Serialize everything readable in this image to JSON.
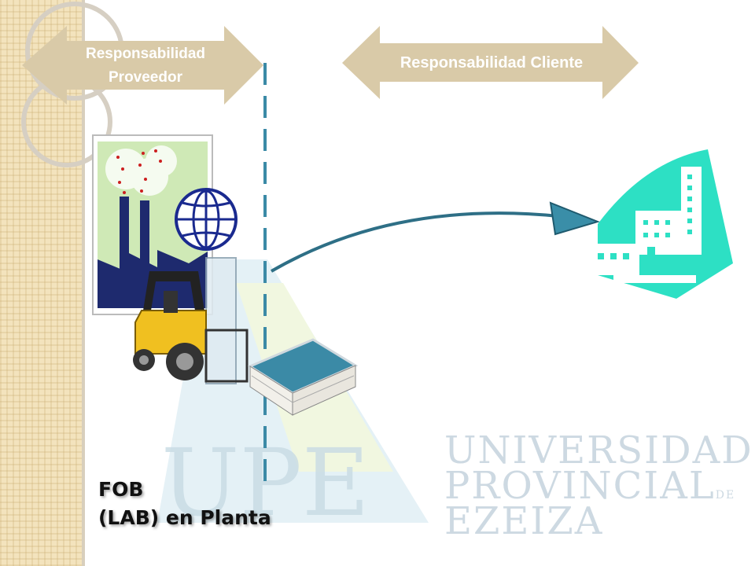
{
  "arrows": {
    "provider_label": "Responsabilidad Proveedor",
    "client_label": "Responsabilidad Cliente"
  },
  "term": {
    "line1": "FOB",
    "line2": "(LAB) en Planta"
  },
  "watermark": {
    "logo_text": "UPE",
    "line1": "UNIVERSIDAD",
    "line2": "PROVINCIAL",
    "line2_suffix": "DE",
    "line3": "EZEIZA"
  },
  "colors": {
    "arrow_fill": "#d9caa8",
    "divider": "#3b8aa6",
    "curve": "#2e6f86",
    "building": "#2de0c4"
  },
  "icons": [
    "factory-icon",
    "globe-icon",
    "forklift-icon",
    "pallet-icon",
    "building-icon"
  ]
}
